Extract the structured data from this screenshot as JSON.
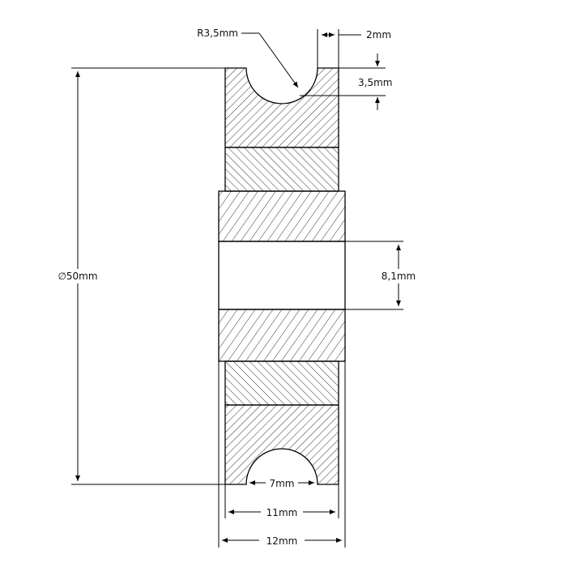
{
  "drawing": {
    "labels": {
      "radius": "R3,5mm",
      "groove_width": "2mm",
      "groove_depth": "3,5mm",
      "diameter": "∅50mm",
      "bore": "8,1mm",
      "groove_chord": "7mm",
      "hub_width": "11mm",
      "total_width": "12mm"
    },
    "colors": {
      "line": "#000000",
      "background": "#ffffff",
      "text": "#111111"
    }
  }
}
